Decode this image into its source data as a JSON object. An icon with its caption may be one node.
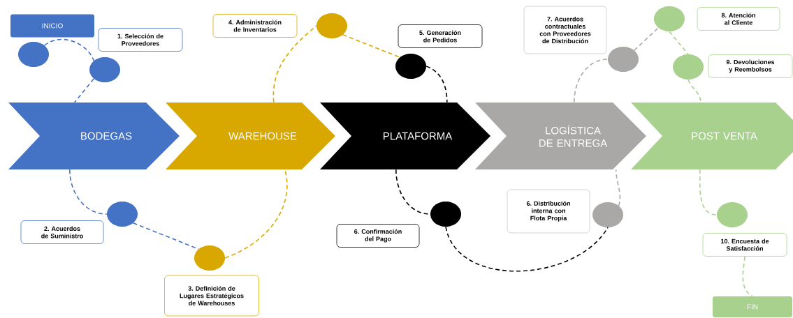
{
  "diagram": {
    "nodes": [
      {
        "text": [
          "INICIO"
        ]
      },
      {
        "text": [
          "1. Selección de Proveedores"
        ]
      },
      {
        "text": [
          "4. Administración de Inventarios"
        ]
      },
      {
        "text": [
          "5. Generación de Pedidos"
        ]
      },
      {
        "text": [
          "7. Acuerdos contractuales con Proveedores de Distribución"
        ]
      },
      {
        "text": [
          "8. Atención al Cliente"
        ]
      },
      {
        "text": [
          "9. Devoluciones y Reembolsos"
        ]
      },
      {
        "text": [
          "BODEGAS"
        ]
      },
      {
        "text": [
          "WAREHOUSE"
        ]
      },
      {
        "text": [
          "PLATAFORMA"
        ]
      },
      {
        "text": [
          "LOGÍSTICA DE ENTREGA"
        ]
      },
      {
        "text": [
          "POST VENTA"
        ]
      },
      {
        "text": [
          "6. Distribución interna con Flota Propia"
        ]
      },
      {
        "text": [
          "2. Acuerdos de Suministro"
        ]
      },
      {
        "text": [
          "6. Confirmación del Pago"
        ]
      },
      {
        "text": [
          "10. Encuesta de Satisfacción"
        ]
      },
      {
        "text": [
          "3. Definición de Lugares Estratégicos de Warehouses"
        ]
      },
      {
        "text": [
          "FIN"
        ]
      },
      {
        "text": [],
        "shape": "circle"
      },
      {
        "text": [],
        "shape": "circle"
      },
      {
        "text": [],
        "shape": "circle"
      },
      {
        "text": [],
        "shape": "circle"
      },
      {
        "text": [],
        "shape": "circle"
      },
      {
        "text": [],
        "shape": "circle"
      },
      {
        "text": [],
        "shape": "circle"
      },
      {
        "text": [],
        "shape": "circle"
      },
      {
        "text": [],
        "shape": "circle"
      },
      {
        "text": [],
        "shape": "circle"
      },
      {
        "text": [],
        "shape": "circle"
      },
      {
        "text": [],
        "shape": "circle"
      }
    ],
    "edges": [
      {
        "from": 18,
        "to": 19,
        "arrow": "none",
        "style": "dashed",
        "color": "#4472c4"
      },
      {
        "from": 19,
        "to": 7,
        "arrow": "none",
        "style": "dashed",
        "color": "#4472c4"
      },
      {
        "from": 7,
        "to": 20,
        "arrow": "none",
        "style": "dashed",
        "color": "#4472c4"
      },
      {
        "from": 20,
        "to": 21,
        "arrow": "none",
        "style": "dashed",
        "color": "#4472c4"
      },
      {
        "from": 21,
        "to": 8,
        "arrow": "none",
        "style": "dashed",
        "color": "#d9a800"
      },
      {
        "from": 8,
        "to": 22,
        "arrow": "none",
        "style": "dashed",
        "color": "#d9a800"
      },
      {
        "from": 22,
        "to": 23,
        "arrow": "none",
        "style": "dashed",
        "color": "#d9a800"
      },
      {
        "from": 23,
        "to": 9,
        "arrow": "none",
        "style": "dashed",
        "color": "#000000"
      },
      {
        "from": 9,
        "to": 24,
        "arrow": "none",
        "style": "dashed",
        "color": "#000000"
      },
      {
        "from": 24,
        "to": 25,
        "arrow": "none",
        "style": "dashed",
        "color": "#000000"
      },
      {
        "from": 25,
        "to": 10,
        "arrow": "none",
        "style": "dashed",
        "color": "#aaa7a7"
      },
      {
        "from": 10,
        "to": 26,
        "arrow": "none",
        "style": "dashed",
        "color": "#aaa7a7"
      },
      {
        "from": 26,
        "to": 27,
        "arrow": "none",
        "style": "dashed",
        "color": "#aaa7a7"
      },
      {
        "from": 27,
        "to": 28,
        "arrow": "none",
        "style": "dashed",
        "color": "#a9d18e"
      },
      {
        "from": 28,
        "to": 11,
        "arrow": "none",
        "style": "dashed",
        "color": "#a9d18e"
      },
      {
        "from": 11,
        "to": 29,
        "arrow": "none",
        "style": "dashed",
        "color": "#a9d18e"
      },
      {
        "from": 15,
        "to": 17,
        "arrow": "none",
        "style": "dashed",
        "color": "#a9d18e"
      }
    ]
  }
}
